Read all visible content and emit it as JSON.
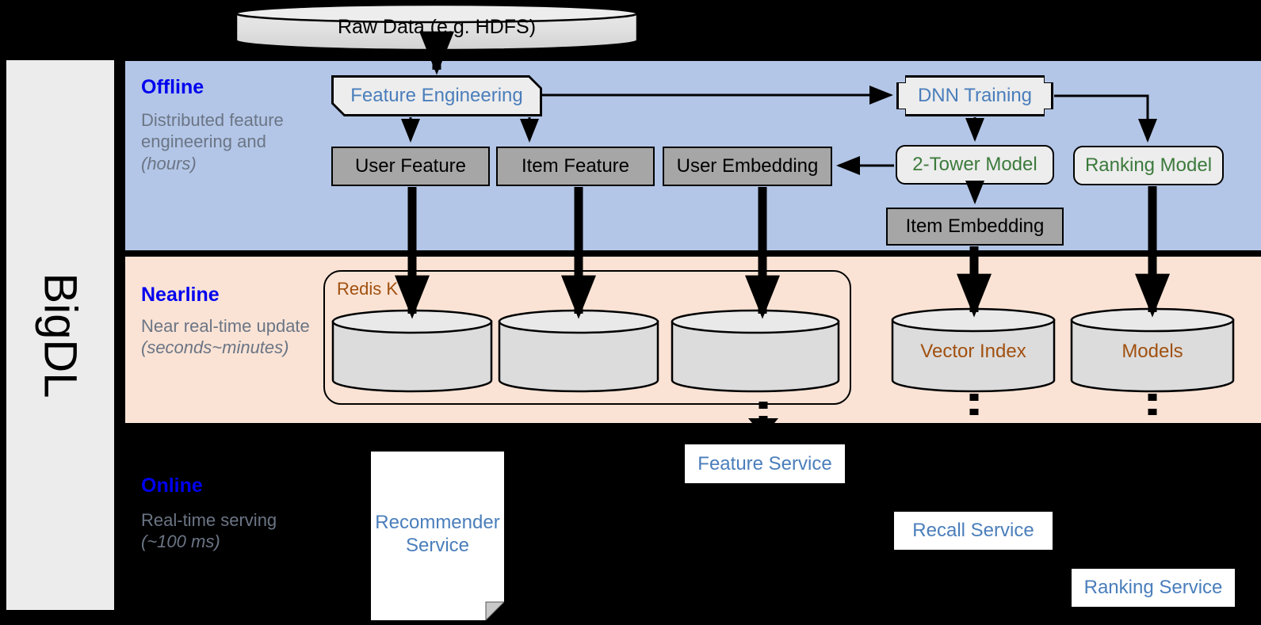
{
  "framework": {
    "name": "BigDL"
  },
  "bands": [
    {
      "id": "offline",
      "title": "Offline",
      "description": "Distributed feature engineering and ",
      "description_emphasis": "(hours)",
      "color": "#b3c6e7"
    },
    {
      "id": "nearline",
      "title": "Nearline",
      "description": "Near real-time update ",
      "description_emphasis": "(seconds~minutes)",
      "color": "#fae3d5"
    },
    {
      "id": "online",
      "title": "Online",
      "description": "Real-time serving ",
      "description_emphasis": "(~100 ms)",
      "color": "#000000"
    }
  ],
  "nodes": {
    "raw_data": "Raw Data (e.g. HDFS)",
    "feature_engineering": "Feature Engineering",
    "dnn_training": "DNN Training",
    "user_feature": "User Feature",
    "item_feature": "Item Feature",
    "user_embedding": "User Embedding",
    "two_tower_model": "2-Tower Model",
    "ranking_model": "Ranking Model",
    "item_embedding": "Item Embedding",
    "redis_kv": "Redis KV",
    "vector_index": "Vector Index",
    "models": "Models",
    "feature_service": "Feature Service",
    "recommender_service": "Recommender Service",
    "recall_service": "Recall Service",
    "ranking_service": "Ranking Service"
  },
  "colors": {
    "offline_band": "#b3c6e7",
    "nearline_band": "#fae3d5",
    "online_band": "#000000",
    "band_title": "#0000ee",
    "band_subtitle": "#6b7585",
    "process_text": "#4a7ebb",
    "model_text": "#3c7a3c",
    "storage_text": "#a1500f",
    "data_box_fill": "#a6a6a6",
    "process_box_fill": "#ededed",
    "sidebar_fill": "#ececec"
  }
}
